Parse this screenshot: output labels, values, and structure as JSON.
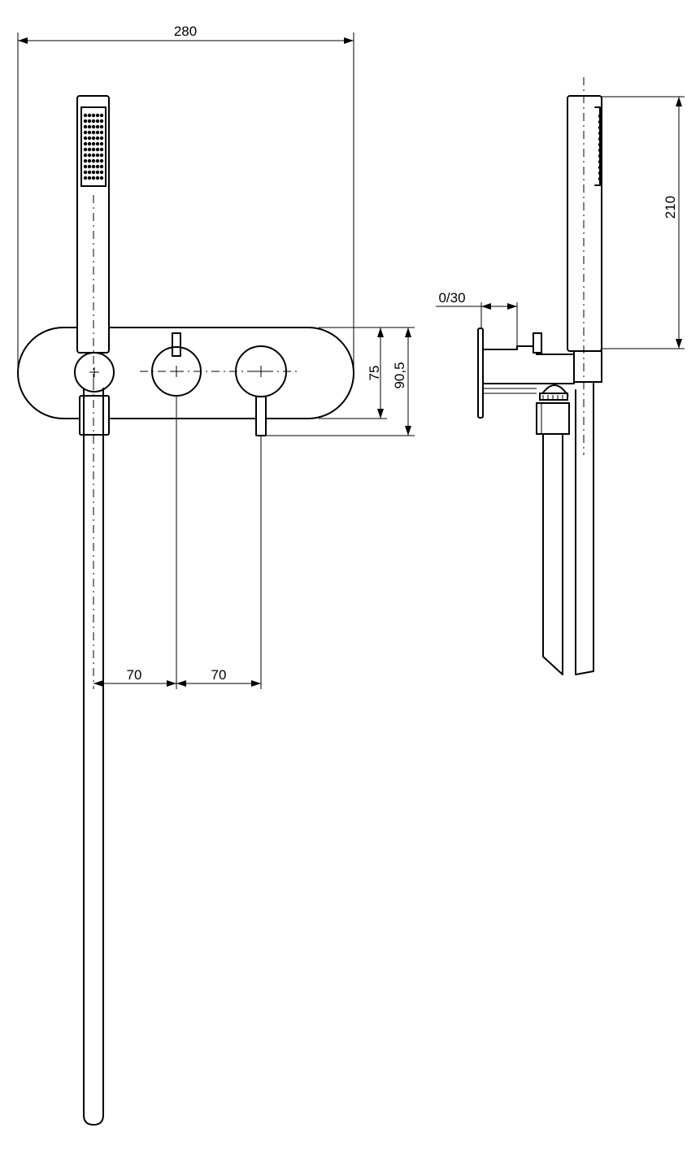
{
  "dimensions": {
    "overall_width": "280",
    "spacing_left": "70",
    "spacing_right": "70",
    "plate_height": "75",
    "lever_height": "90,5",
    "handshower_length": "210",
    "projection": "0/30"
  },
  "colors": {
    "stroke": "#000000",
    "background": "#ffffff"
  }
}
